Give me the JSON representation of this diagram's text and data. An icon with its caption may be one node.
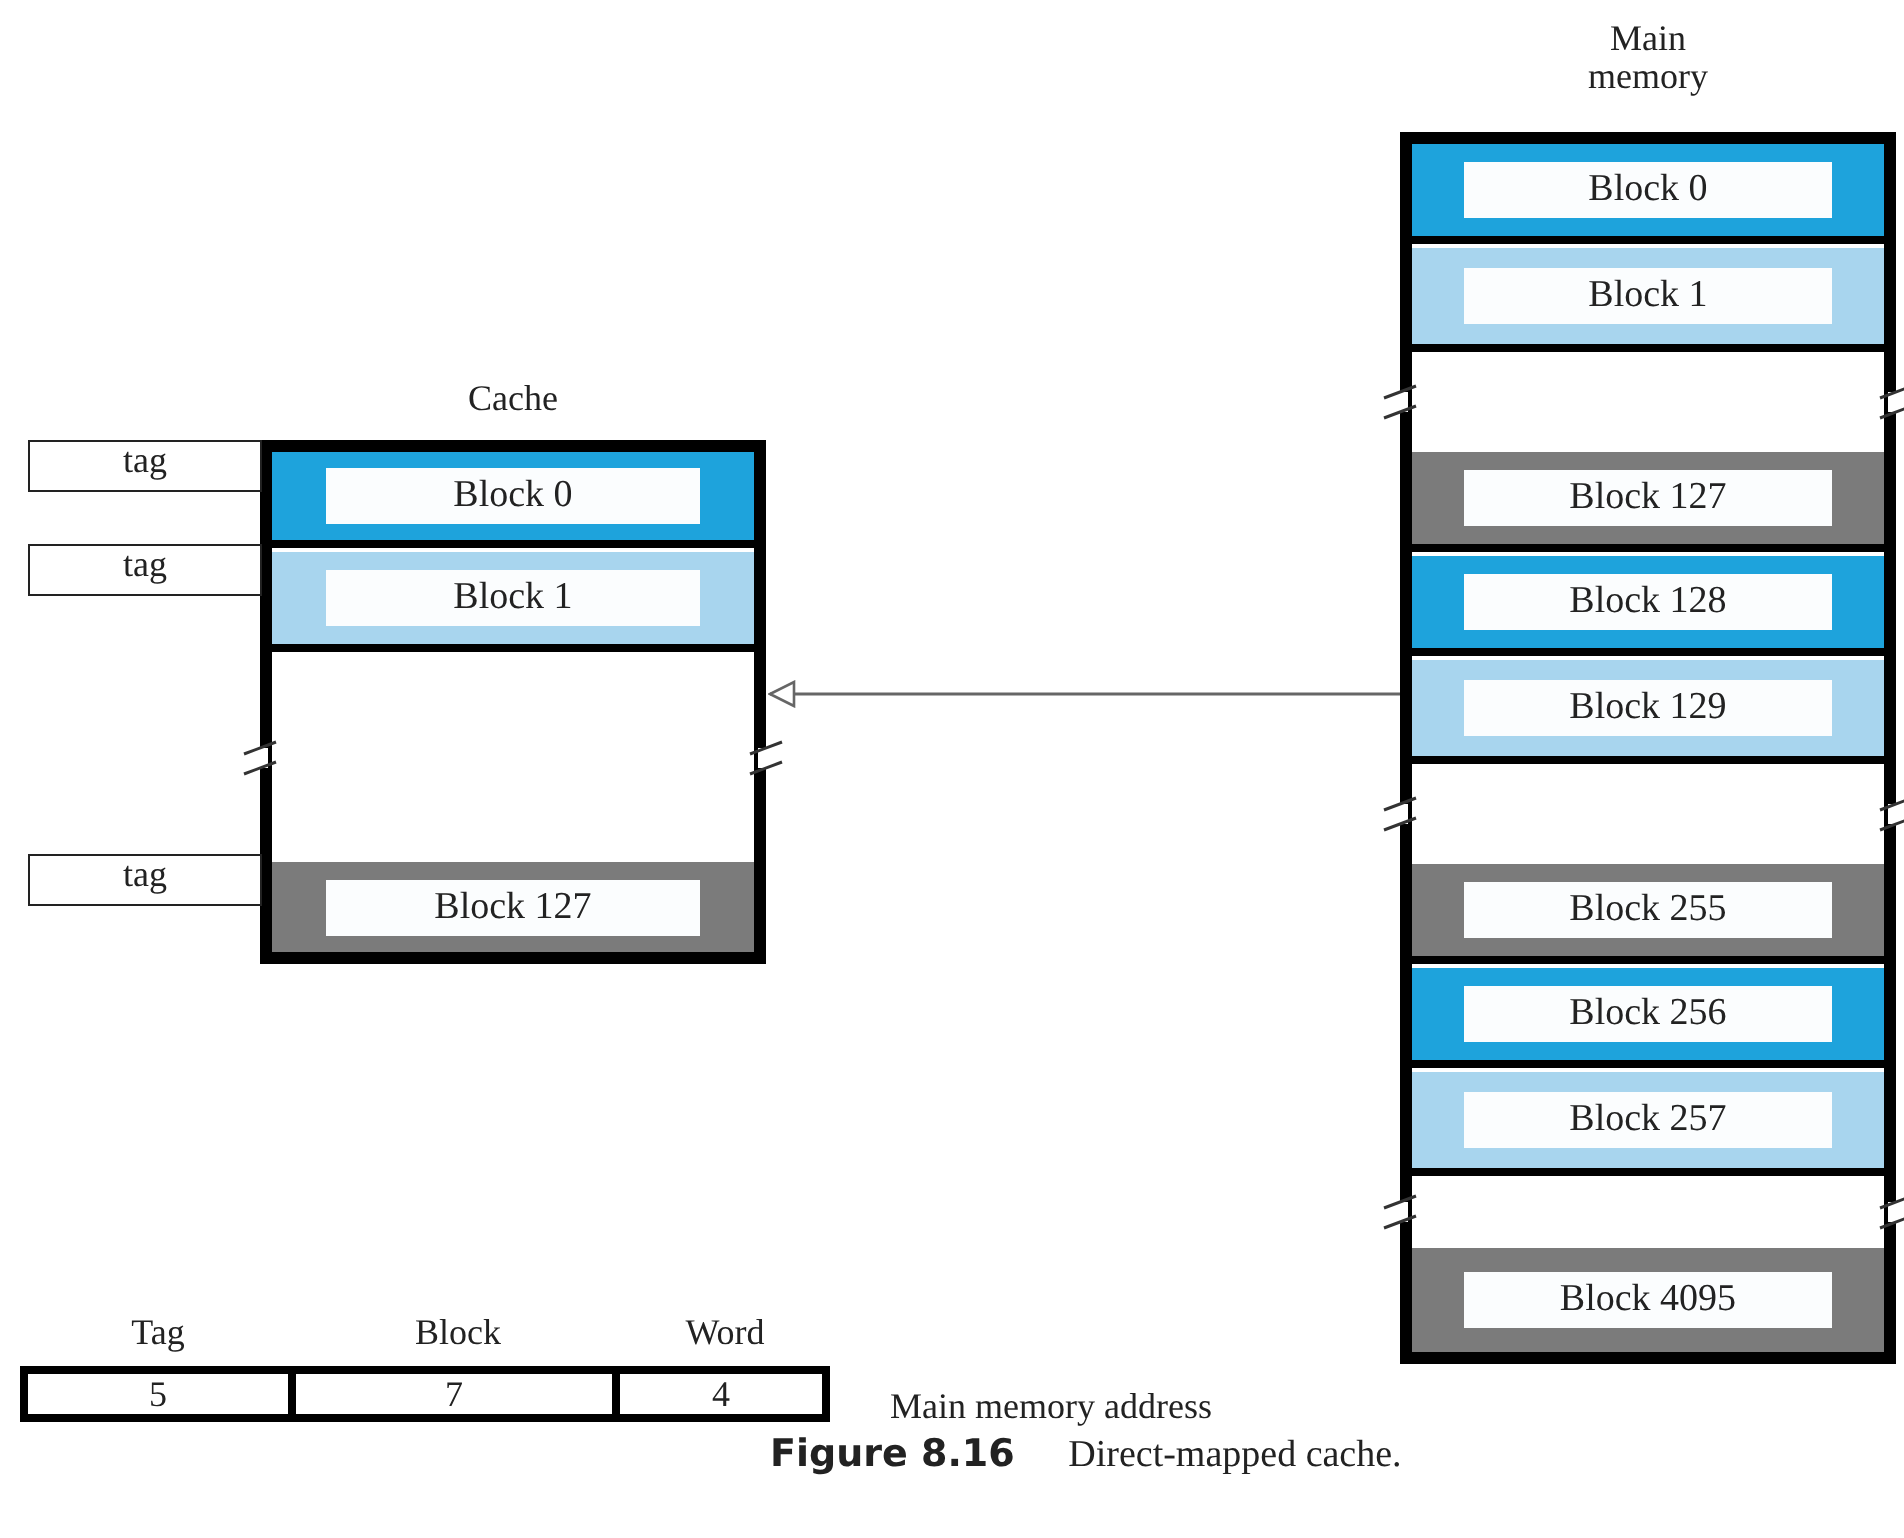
{
  "diagram": {
    "caption": "**Figure 8.16** Direct-mapped cache.",
    "nodes": [
      {
        "text": [
          "Cache"
        ]
      },
      {
        "text": [
          "Block 0"
        ],
        "in": 0
      },
      {
        "text": [
          "Block 1"
        ],
        "in": 0
      },
      {
        "text": [
          "Block 127"
        ],
        "in": 0
      },
      {
        "text": [
          "tag"
        ]
      },
      {
        "text": [
          "tag"
        ]
      },
      {
        "text": [
          "tag"
        ]
      },
      {
        "text": [
          "Main memory"
        ]
      },
      {
        "text": [
          "Block 0"
        ],
        "in": 7
      },
      {
        "text": [
          "Block 1"
        ],
        "in": 7
      },
      {
        "text": [
          "Block 127"
        ],
        "in": 7
      },
      {
        "text": [
          "Block 128"
        ],
        "in": 7
      },
      {
        "text": [
          "Block 129"
        ],
        "in": 7
      },
      {
        "text": [
          "Block 255"
        ],
        "in": 7
      },
      {
        "text": [
          "Block 256"
        ],
        "in": 7
      },
      {
        "text": [
          "Block 257"
        ],
        "in": 7
      },
      {
        "text": [
          "Block 4095"
        ],
        "in": 7
      },
      {
        "text": [
          "Tag",
          "5"
        ]
      },
      {
        "text": [
          "Block",
          "7"
        ]
      },
      {
        "text": [
          "Word",
          "4"
        ]
      }
    ],
    "edges": [
      {
        "from": 7,
        "to": 0,
        "arrow": "to"
      }
    ],
    "labels": [
      "Main memory address"
    ]
  }
}
